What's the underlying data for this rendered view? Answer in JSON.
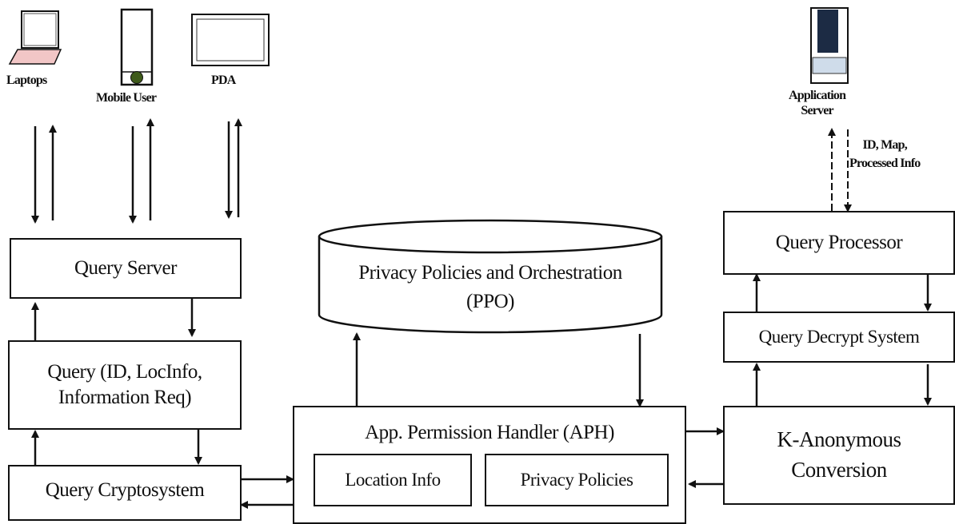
{
  "devices": {
    "laptops": "Laptops",
    "mobile_user": "Mobile User",
    "pda": "PDA",
    "application_server": [
      "Application",
      "Server"
    ]
  },
  "annotations": {
    "app_server_link": [
      "ID, Map,",
      "Processed Info"
    ]
  },
  "nodes": {
    "query_server": "Query Server",
    "query": [
      "Query (ID, LocInfo,",
      "Information Req)"
    ],
    "query_cryptosystem": "Query Cryptosystem",
    "ppo": [
      "Privacy Policies and Orchestration",
      "(PPO)"
    ],
    "aph": "App. Permission Handler (APH)",
    "location_info": "Location Info",
    "privacy_policies": "Privacy Policies",
    "query_processor": "Query Processor",
    "query_decrypt": "Query Decrypt System",
    "k_anonymous": [
      "K-Anonymous",
      "Conversion"
    ]
  },
  "colors": {
    "line": "#111111",
    "laptop_keyboard": "#f2c6c6",
    "mobile_button": "#3e5a1a",
    "server_panel": "#1c2b44",
    "server_base": "#cfdcea"
  }
}
